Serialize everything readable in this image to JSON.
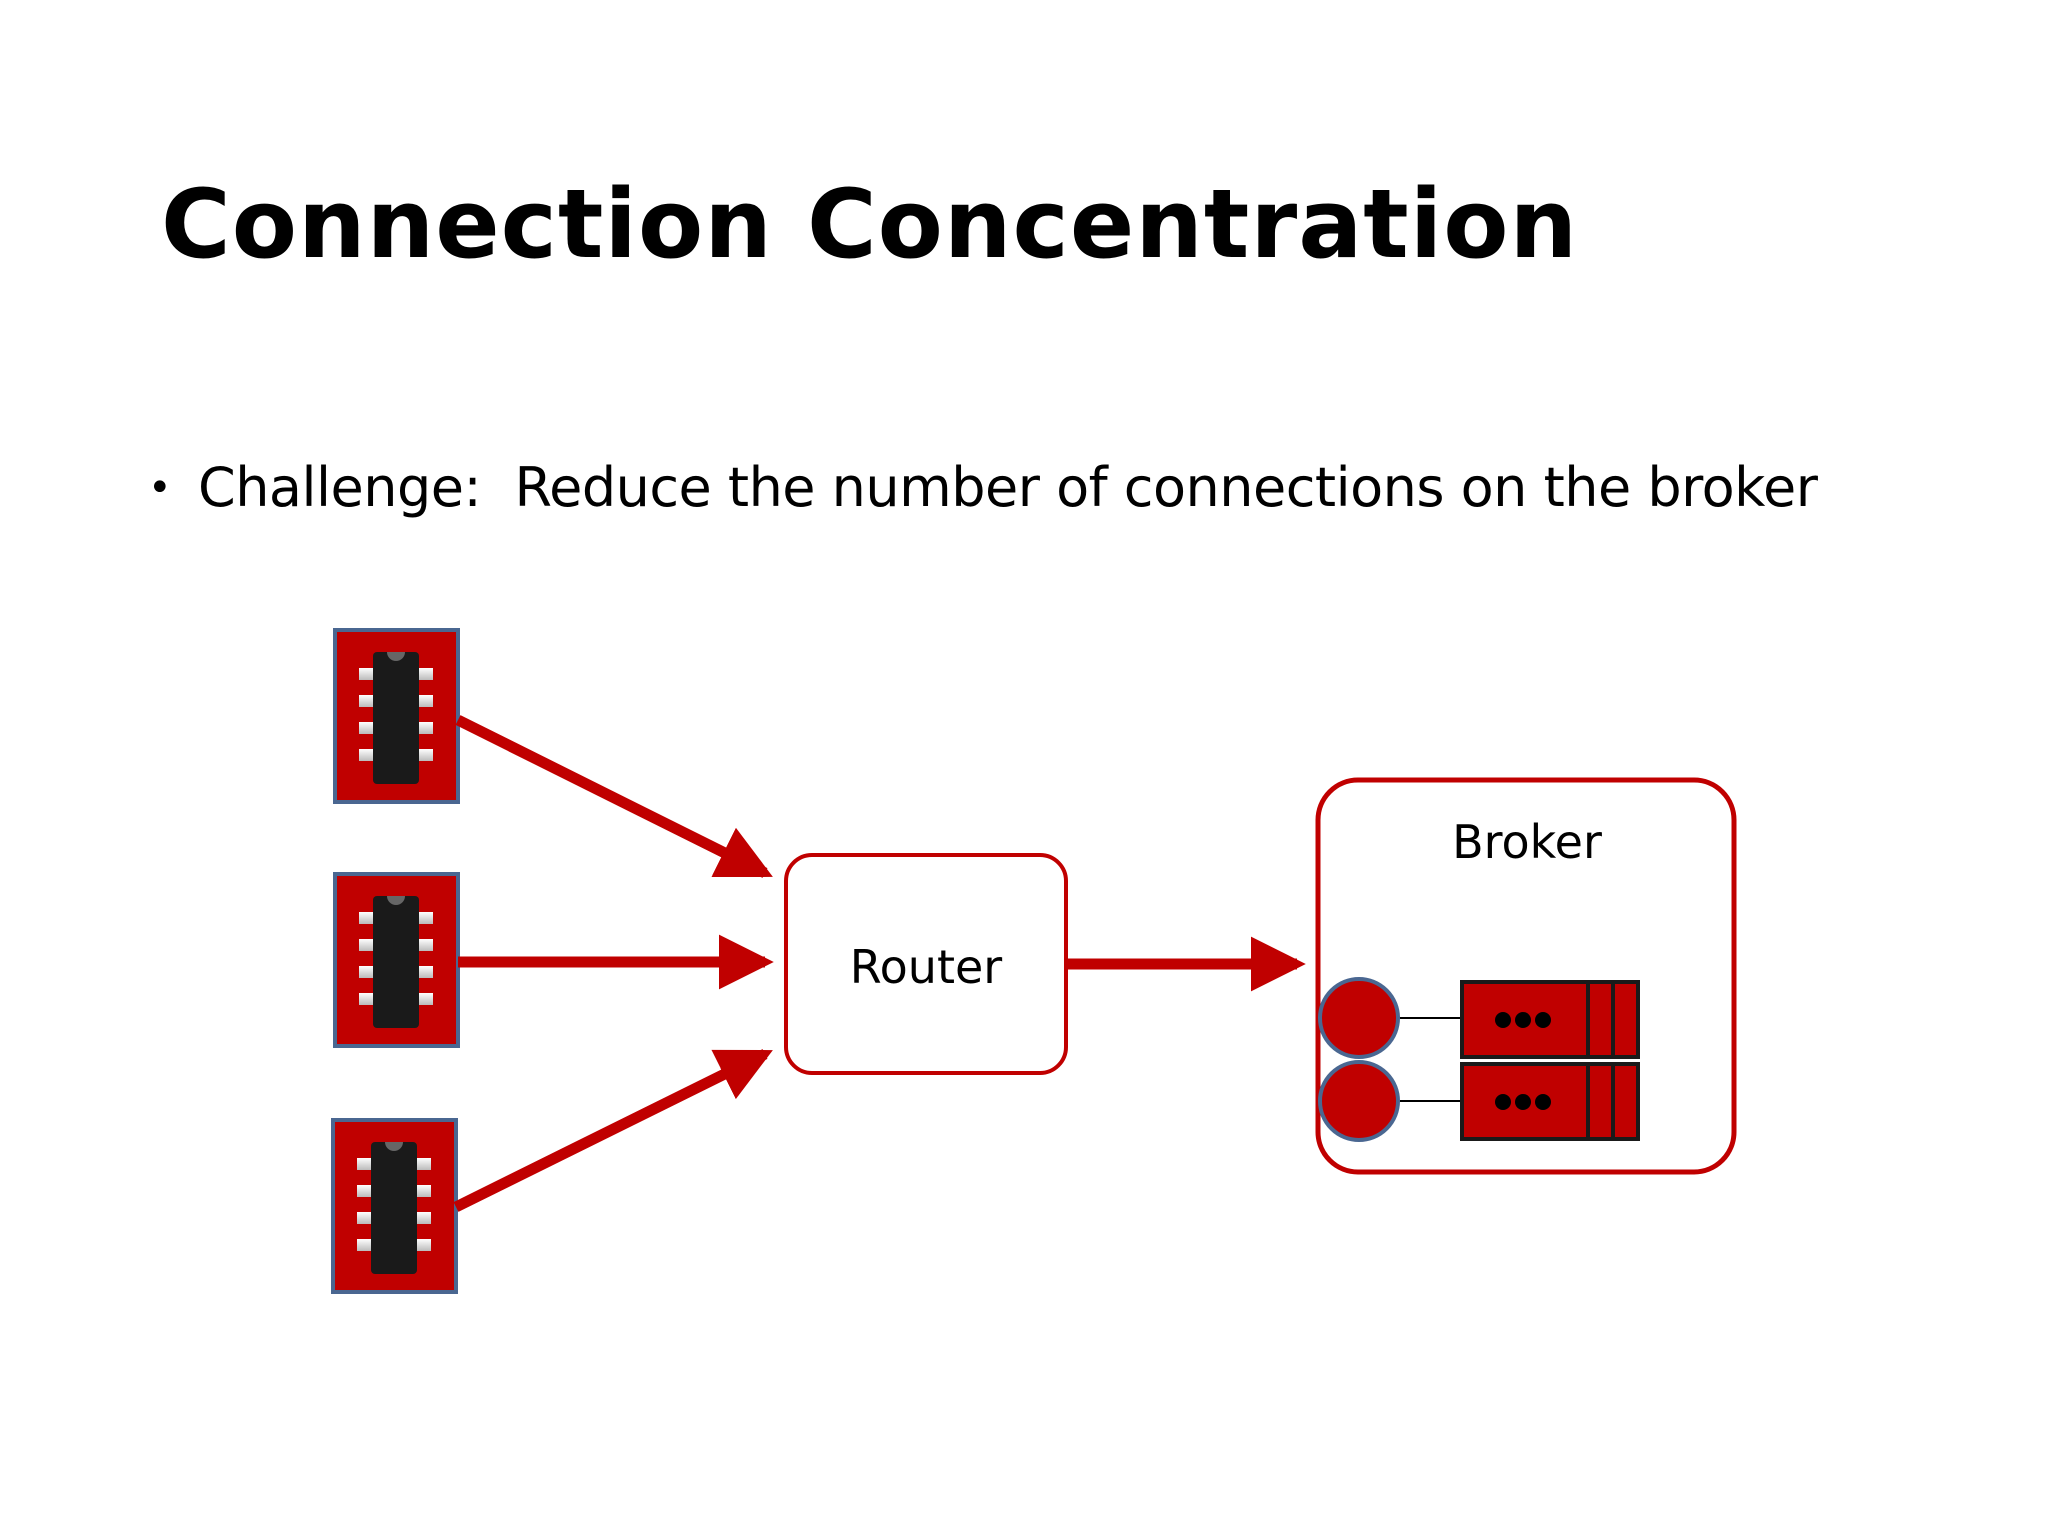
{
  "slide": {
    "title": "Connection Concentration",
    "bullet_symbol": "•",
    "bullet_text": "Challenge:  Reduce the number of connections on the broker"
  },
  "diagram": {
    "router_label": "Router",
    "broker_label": "Broker",
    "client_count": 3,
    "queue_count": 2,
    "colors": {
      "accent": "#c00000",
      "device_border": "#4a6791",
      "chip": "#1a1a1a",
      "queue_dot": "#000000",
      "link_line": "#000000"
    }
  }
}
